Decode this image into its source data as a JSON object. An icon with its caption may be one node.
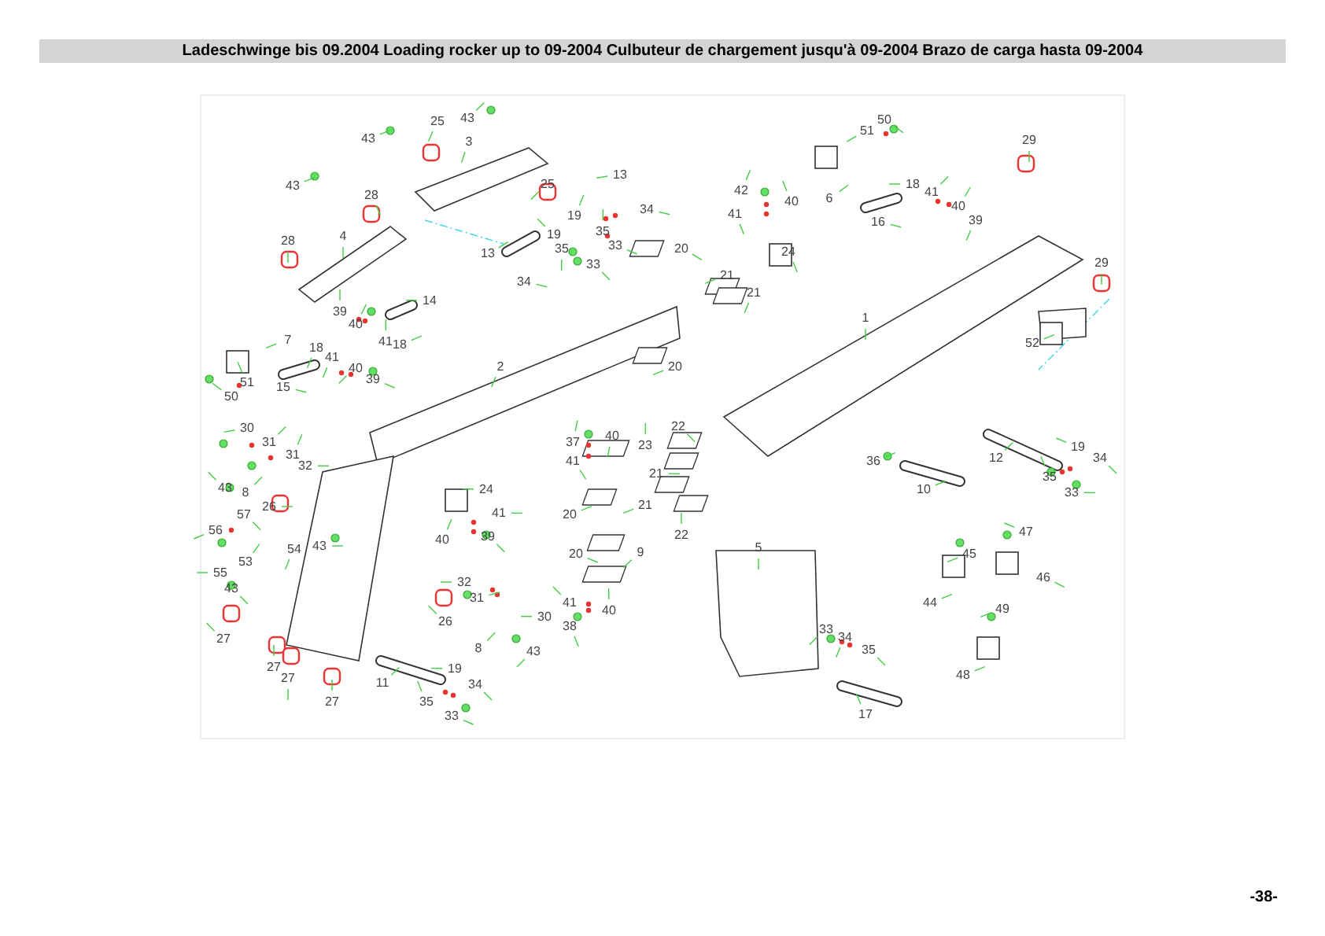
{
  "diagram": {
    "title": "Ladeschwinge bis 09.2004 Loading rocker up to 09-2004 Culbuteur de chargement jusqu'à 09-2004 Brazo de carga hasta 09-2004",
    "nodes": [
      {
        "text": [
          "50"
        ]
      },
      {
        "text": [
          "43"
        ]
      },
      {
        "text": [
          "25"
        ]
      },
      {
        "text": [
          "43"
        ]
      },
      {
        "text": [
          "3"
        ]
      },
      {
        "text": [
          "51"
        ]
      },
      {
        "text": [
          "29"
        ]
      },
      {
        "text": [
          "13"
        ]
      },
      {
        "text": [
          "43"
        ]
      },
      {
        "text": [
          "42"
        ]
      },
      {
        "text": [
          "40"
        ]
      },
      {
        "text": [
          "6"
        ]
      },
      {
        "text": [
          "18"
        ]
      },
      {
        "text": [
          "41"
        ]
      },
      {
        "text": [
          "25"
        ]
      },
      {
        "text": [
          "28"
        ]
      },
      {
        "text": [
          "40"
        ]
      },
      {
        "text": [
          "34"
        ]
      },
      {
        "text": [
          "41"
        ]
      },
      {
        "text": [
          "19"
        ]
      },
      {
        "text": [
          "39"
        ]
      },
      {
        "text": [
          "16"
        ]
      },
      {
        "text": [
          "4"
        ]
      },
      {
        "text": [
          "19"
        ]
      },
      {
        "text": [
          "35"
        ]
      },
      {
        "text": [
          "28"
        ]
      },
      {
        "text": [
          "35"
        ]
      },
      {
        "text": [
          "33"
        ]
      },
      {
        "text": [
          "13"
        ]
      },
      {
        "text": [
          "20"
        ]
      },
      {
        "text": [
          "24"
        ]
      },
      {
        "text": [
          "33"
        ]
      },
      {
        "text": [
          "34"
        ]
      },
      {
        "text": [
          "29"
        ]
      },
      {
        "text": [
          "21"
        ]
      },
      {
        "text": [
          "14"
        ]
      },
      {
        "text": [
          "21"
        ]
      },
      {
        "text": [
          "39"
        ]
      },
      {
        "text": [
          "40"
        ]
      },
      {
        "text": [
          "41"
        ]
      },
      {
        "text": [
          "18"
        ]
      },
      {
        "text": [
          "1"
        ]
      },
      {
        "text": [
          "7"
        ]
      },
      {
        "text": [
          "52"
        ]
      },
      {
        "text": [
          "18"
        ]
      },
      {
        "text": [
          "41"
        ]
      },
      {
        "text": [
          "40"
        ]
      },
      {
        "text": [
          "2"
        ]
      },
      {
        "text": [
          "20"
        ]
      },
      {
        "text": [
          "39"
        ]
      },
      {
        "text": [
          "51"
        ]
      },
      {
        "text": [
          "15"
        ]
      },
      {
        "text": [
          "50"
        ]
      },
      {
        "text": [
          "30"
        ]
      },
      {
        "text": [
          "22"
        ]
      },
      {
        "text": [
          "37"
        ]
      },
      {
        "text": [
          "40"
        ]
      },
      {
        "text": [
          "23"
        ]
      },
      {
        "text": [
          "31"
        ]
      },
      {
        "text": [
          "12"
        ]
      },
      {
        "text": [
          "19"
        ]
      },
      {
        "text": [
          "31"
        ]
      },
      {
        "text": [
          "34"
        ]
      },
      {
        "text": [
          "41"
        ]
      },
      {
        "text": [
          "36"
        ]
      },
      {
        "text": [
          "32"
        ]
      },
      {
        "text": [
          "21"
        ]
      },
      {
        "text": [
          "35"
        ]
      },
      {
        "text": [
          "43"
        ]
      },
      {
        "text": [
          "8"
        ]
      },
      {
        "text": [
          "33"
        ]
      },
      {
        "text": [
          "10"
        ]
      },
      {
        "text": [
          "24"
        ]
      },
      {
        "text": [
          "26"
        ]
      },
      {
        "text": [
          "20"
        ]
      },
      {
        "text": [
          "41"
        ]
      },
      {
        "text": [
          "21"
        ]
      },
      {
        "text": [
          "57"
        ]
      },
      {
        "text": [
          "40"
        ]
      },
      {
        "text": [
          "39"
        ]
      },
      {
        "text": [
          "56"
        ]
      },
      {
        "text": [
          "22"
        ]
      },
      {
        "text": [
          "54"
        ]
      },
      {
        "text": [
          "47"
        ]
      },
      {
        "text": [
          "5"
        ]
      },
      {
        "text": [
          "43"
        ]
      },
      {
        "text": [
          "20"
        ]
      },
      {
        "text": [
          "9"
        ]
      },
      {
        "text": [
          "53"
        ]
      },
      {
        "text": [
          "55"
        ]
      },
      {
        "text": [
          "45"
        ]
      },
      {
        "text": [
          "46"
        ]
      },
      {
        "text": [
          "43"
        ]
      },
      {
        "text": [
          "32"
        ]
      },
      {
        "text": [
          "31"
        ]
      },
      {
        "text": [
          "41"
        ]
      },
      {
        "text": [
          "44"
        ]
      },
      {
        "text": [
          "40"
        ]
      },
      {
        "text": [
          "49"
        ]
      },
      {
        "text": [
          "30"
        ]
      },
      {
        "text": [
          "26"
        ]
      },
      {
        "text": [
          "27"
        ]
      },
      {
        "text": [
          "38"
        ]
      },
      {
        "text": [
          "33"
        ]
      },
      {
        "text": [
          "34"
        ]
      },
      {
        "text": [
          "35"
        ]
      },
      {
        "text": [
          "8"
        ]
      },
      {
        "text": [
          "43"
        ]
      },
      {
        "text": [
          "27"
        ]
      },
      {
        "text": [
          "48"
        ]
      },
      {
        "text": [
          "27"
        ]
      },
      {
        "text": [
          "19"
        ]
      },
      {
        "text": [
          "11"
        ]
      },
      {
        "text": [
          "34"
        ]
      },
      {
        "text": [
          "35"
        ]
      },
      {
        "text": [
          "27"
        ]
      },
      {
        "text": [
          "17"
        ]
      },
      {
        "text": [
          "33"
        ]
      }
    ],
    "edges": [
      {
        "from": 0,
        "to": null,
        "arrow": "none"
      },
      {
        "from": 1,
        "to": null,
        "arrow": "none"
      },
      {
        "from": 2,
        "to": null,
        "arrow": "none"
      },
      {
        "from": 3,
        "to": null,
        "arrow": "none"
      },
      {
        "from": 4,
        "to": null,
        "arrow": "none"
      },
      {
        "from": 5,
        "to": null,
        "arrow": "none"
      },
      {
        "from": 6,
        "to": null,
        "arrow": "none"
      },
      {
        "from": 7,
        "to": null,
        "arrow": "none"
      },
      {
        "from": 8,
        "to": null,
        "arrow": "none"
      },
      {
        "from": 9,
        "to": null,
        "arrow": "none"
      },
      {
        "from": 10,
        "to": null,
        "arrow": "none"
      },
      {
        "from": 11,
        "to": null,
        "arrow": "none"
      },
      {
        "from": 12,
        "to": null,
        "arrow": "none"
      },
      {
        "from": 13,
        "to": null,
        "arrow": "none"
      },
      {
        "from": 14,
        "to": null,
        "arrow": "none"
      },
      {
        "from": 15,
        "to": null,
        "arrow": "none"
      },
      {
        "from": 16,
        "to": null,
        "arrow": "none"
      },
      {
        "from": 17,
        "to": null,
        "arrow": "none"
      },
      {
        "from": 18,
        "to": null,
        "arrow": "none"
      },
      {
        "from": 19,
        "to": null,
        "arrow": "none"
      },
      {
        "from": 20,
        "to": null,
        "arrow": "none"
      },
      {
        "from": 21,
        "to": null,
        "arrow": "none"
      },
      {
        "from": 22,
        "to": null,
        "arrow": "none"
      },
      {
        "from": 23,
        "to": null,
        "arrow": "none"
      },
      {
        "from": 24,
        "to": null,
        "arrow": "none"
      },
      {
        "from": 25,
        "to": null,
        "arrow": "none"
      },
      {
        "from": 26,
        "to": null,
        "arrow": "none"
      },
      {
        "from": 27,
        "to": null,
        "arrow": "none"
      },
      {
        "from": 28,
        "to": null,
        "arrow": "none"
      },
      {
        "from": 29,
        "to": null,
        "arrow": "none"
      },
      {
        "from": 30,
        "to": null,
        "arrow": "none"
      },
      {
        "from": 31,
        "to": null,
        "arrow": "none"
      },
      {
        "from": 32,
        "to": null,
        "arrow": "none"
      },
      {
        "from": 33,
        "to": null,
        "arrow": "none"
      },
      {
        "from": 34,
        "to": null,
        "arrow": "none"
      },
      {
        "from": 35,
        "to": null,
        "arrow": "none"
      },
      {
        "from": 36,
        "to": null,
        "arrow": "none"
      },
      {
        "from": 37,
        "to": null,
        "arrow": "none"
      },
      {
        "from": 38,
        "to": null,
        "arrow": "none"
      },
      {
        "from": 39,
        "to": null,
        "arrow": "none"
      },
      {
        "from": 40,
        "to": null,
        "arrow": "none"
      },
      {
        "from": 41,
        "to": null,
        "arrow": "none"
      },
      {
        "from": 42,
        "to": null,
        "arrow": "none"
      },
      {
        "from": 43,
        "to": null,
        "arrow": "none"
      },
      {
        "from": 44,
        "to": null,
        "arrow": "none"
      },
      {
        "from": 45,
        "to": null,
        "arrow": "none"
      },
      {
        "from": 46,
        "to": null,
        "arrow": "none"
      },
      {
        "from": 47,
        "to": null,
        "arrow": "none"
      },
      {
        "from": 48,
        "to": null,
        "arrow": "none"
      },
      {
        "from": 49,
        "to": null,
        "arrow": "none"
      },
      {
        "from": 50,
        "to": null,
        "arrow": "none"
      },
      {
        "from": 51,
        "to": null,
        "arrow": "none"
      },
      {
        "from": 52,
        "to": null,
        "arrow": "none"
      },
      {
        "from": 53,
        "to": null,
        "arrow": "none"
      },
      {
        "from": 54,
        "to": null,
        "arrow": "none"
      },
      {
        "from": 55,
        "to": null,
        "arrow": "none"
      },
      {
        "from": 56,
        "to": null,
        "arrow": "none"
      },
      {
        "from": 57,
        "to": null,
        "arrow": "none"
      },
      {
        "from": 58,
        "to": null,
        "arrow": "none"
      },
      {
        "from": 59,
        "to": null,
        "arrow": "none"
      },
      {
        "from": 60,
        "to": null,
        "arrow": "none"
      },
      {
        "from": 61,
        "to": null,
        "arrow": "none"
      },
      {
        "from": 62,
        "to": null,
        "arrow": "none"
      },
      {
        "from": 63,
        "to": null,
        "arrow": "none"
      },
      {
        "from": 64,
        "to": null,
        "arrow": "none"
      },
      {
        "from": 65,
        "to": null,
        "arrow": "none"
      },
      {
        "from": 66,
        "to": null,
        "arrow": "none"
      },
      {
        "from": 67,
        "to": null,
        "arrow": "none"
      },
      {
        "from": 68,
        "to": null,
        "arrow": "none"
      },
      {
        "from": 69,
        "to": null,
        "arrow": "none"
      },
      {
        "from": 70,
        "to": null,
        "arrow": "none"
      },
      {
        "from": 71,
        "to": null,
        "arrow": "none"
      },
      {
        "from": 72,
        "to": null,
        "arrow": "none"
      },
      {
        "from": 73,
        "to": null,
        "arrow": "none"
      },
      {
        "from": 74,
        "to": null,
        "arrow": "none"
      },
      {
        "from": 75,
        "to": null,
        "arrow": "none"
      },
      {
        "from": 76,
        "to": null,
        "arrow": "none"
      },
      {
        "from": 77,
        "to": null,
        "arrow": "none"
      },
      {
        "from": 78,
        "to": null,
        "arrow": "none"
      },
      {
        "from": 79,
        "to": null,
        "arrow": "none"
      },
      {
        "from": 80,
        "to": null,
        "arrow": "none"
      },
      {
        "from": 81,
        "to": null,
        "arrow": "none"
      },
      {
        "from": 82,
        "to": null,
        "arrow": "none"
      },
      {
        "from": 83,
        "to": null,
        "arrow": "none"
      },
      {
        "from": 84,
        "to": null,
        "arrow": "none"
      },
      {
        "from": 85,
        "to": null,
        "arrow": "none"
      },
      {
        "from": 86,
        "to": null,
        "arrow": "none"
      },
      {
        "from": 87,
        "to": null,
        "arrow": "none"
      },
      {
        "from": 88,
        "to": null,
        "arrow": "none"
      },
      {
        "from": 89,
        "to": null,
        "arrow": "none"
      },
      {
        "from": 90,
        "to": null,
        "arrow": "none"
      },
      {
        "from": 91,
        "to": null,
        "arrow": "none"
      },
      {
        "from": 92,
        "to": null,
        "arrow": "none"
      },
      {
        "from": 93,
        "to": null,
        "arrow": "none"
      },
      {
        "from": 94,
        "to": null,
        "arrow": "none"
      },
      {
        "from": 95,
        "to": null,
        "arrow": "none"
      },
      {
        "from": 96,
        "to": null,
        "arrow": "none"
      },
      {
        "from": 97,
        "to": null,
        "arrow": "none"
      },
      {
        "from": 98,
        "to": null,
        "arrow": "none"
      },
      {
        "from": 99,
        "to": null,
        "arrow": "none"
      },
      {
        "from": 100,
        "to": null,
        "arrow": "none"
      },
      {
        "from": 101,
        "to": null,
        "arrow": "none"
      },
      {
        "from": 102,
        "to": null,
        "arrow": "none"
      },
      {
        "from": 103,
        "to": null,
        "arrow": "none"
      },
      {
        "from": 104,
        "to": null,
        "arrow": "none"
      },
      {
        "from": 105,
        "to": null,
        "arrow": "none"
      },
      {
        "from": 106,
        "to": null,
        "arrow": "none"
      },
      {
        "from": 107,
        "to": null,
        "arrow": "none"
      },
      {
        "from": 108,
        "to": null,
        "arrow": "none"
      },
      {
        "from": 109,
        "to": null,
        "arrow": "none"
      },
      {
        "from": 110,
        "to": null,
        "arrow": "none"
      },
      {
        "from": 111,
        "to": null,
        "arrow": "none"
      },
      {
        "from": 112,
        "to": null,
        "arrow": "none"
      },
      {
        "from": 113,
        "to": null,
        "arrow": "none"
      },
      {
        "from": 114,
        "to": null,
        "arrow": "none"
      },
      {
        "from": 115,
        "to": null,
        "arrow": "none"
      },
      {
        "from": 116,
        "to": null,
        "arrow": "none"
      },
      {
        "from": 117,
        "to": null,
        "arrow": "none"
      }
    ],
    "labels": [
      "-38-"
    ]
  }
}
